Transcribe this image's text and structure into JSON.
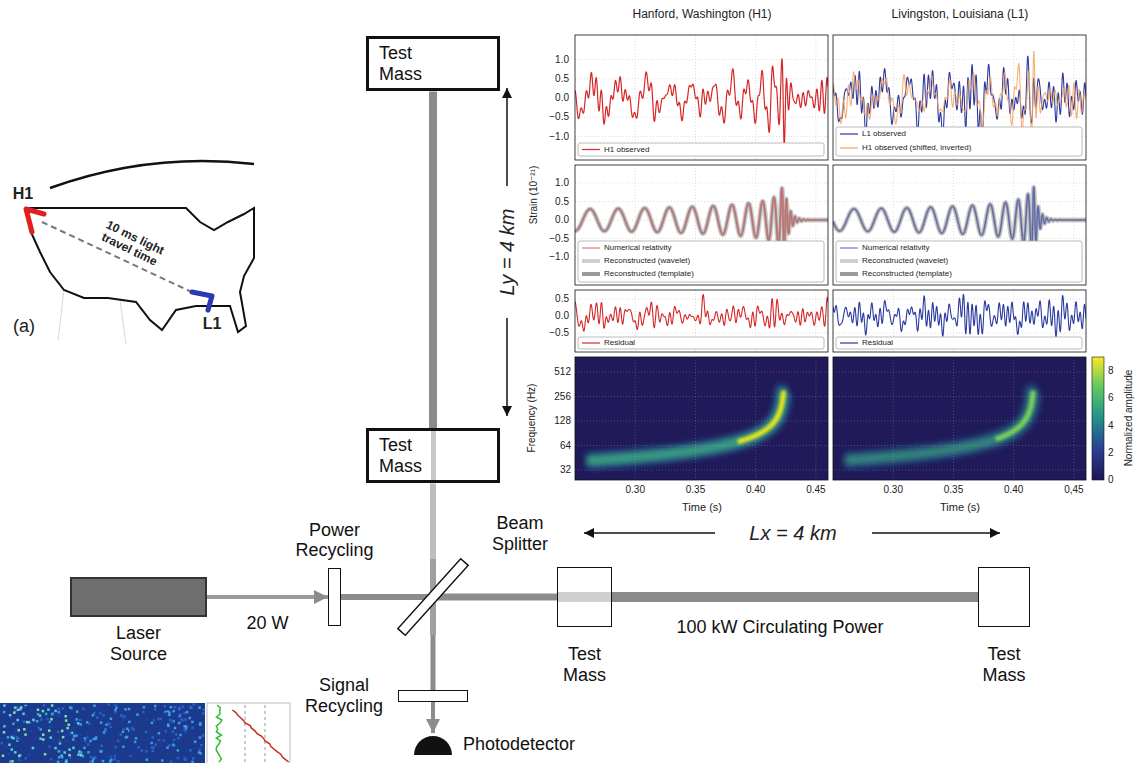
{
  "diagram": {
    "nodes": [
      {
        "text": [
          "Test Mass"
        ]
      },
      {
        "text": [
          "Test Mass"
        ]
      },
      {
        "text": [
          "Power Recycling"
        ]
      },
      {
        "text": [
          "Beam Splitter"
        ]
      },
      {
        "text": [
          "Laser Source"
        ]
      },
      {
        "text": [
          "Test Mass"
        ]
      },
      {
        "text": [
          "Test Mass"
        ]
      },
      {
        "text": [
          "Signal Recycling"
        ]
      },
      {
        "text": [
          "Photodetector"
        ]
      }
    ],
    "edges": [
      {
        "from": 4,
        "to": 2,
        "arrow": "to",
        "label": "20 W"
      },
      {
        "from": 2,
        "to": 3,
        "arrow": "none"
      },
      {
        "from": 3,
        "to": 5,
        "arrow": "none"
      },
      {
        "from": 5,
        "to": 6,
        "arrow": "none",
        "label": "100 kW Circulating Power"
      },
      {
        "from": 3,
        "to": 1,
        "arrow": "none"
      },
      {
        "from": 1,
        "to": 0,
        "arrow": "none"
      },
      {
        "from": 3,
        "to": 7,
        "arrow": "none"
      },
      {
        "from": 7,
        "to": 8,
        "arrow": "to"
      }
    ],
    "labels": [
      "Hanford, Washington (H1)",
      "Livingston, Louisiana (L1)",
      "Strain (10⁻²¹)",
      "1.0",
      "0.5",
      "0.0",
      "−0.5",
      "−1.0",
      "1.0",
      "0.5",
      "0.0",
      "−0.5",
      "−1.0",
      "0.5",
      "0.0",
      "−0.5",
      "Frequency (Hz)",
      "512",
      "256",
      "128",
      "64",
      "32",
      "0.30",
      "0.35",
      "0.40",
      "0.45",
      "0.30",
      "0.35",
      "0.40",
      "0,45",
      "Time (s)",
      "Time (s)",
      "8",
      "6",
      "4",
      "2",
      "0",
      "Normalized amplitude",
      "H1",
      "10 ms light travel time",
      "L1",
      "(a)",
      "Ly = 4 km",
      "Lx = 4 km"
    ],
    "legend": [
      {
        "text": "H1 observed"
      },
      {
        "text": "L1 observed"
      },
      {
        "text": "H1 observed (shifted, inverted)"
      },
      {
        "text": "Numerical relativity"
      },
      {
        "text": "Reconstructed (wavelet)"
      },
      {
        "text": "Reconstructed (template)"
      },
      {
        "text": "Numerical relativity"
      },
      {
        "text": "Reconstructed (wavelet)"
      },
      {
        "text": "Reconstructed (template)"
      },
      {
        "text": "Residual"
      },
      {
        "text": "Residual"
      }
    ]
  }
}
